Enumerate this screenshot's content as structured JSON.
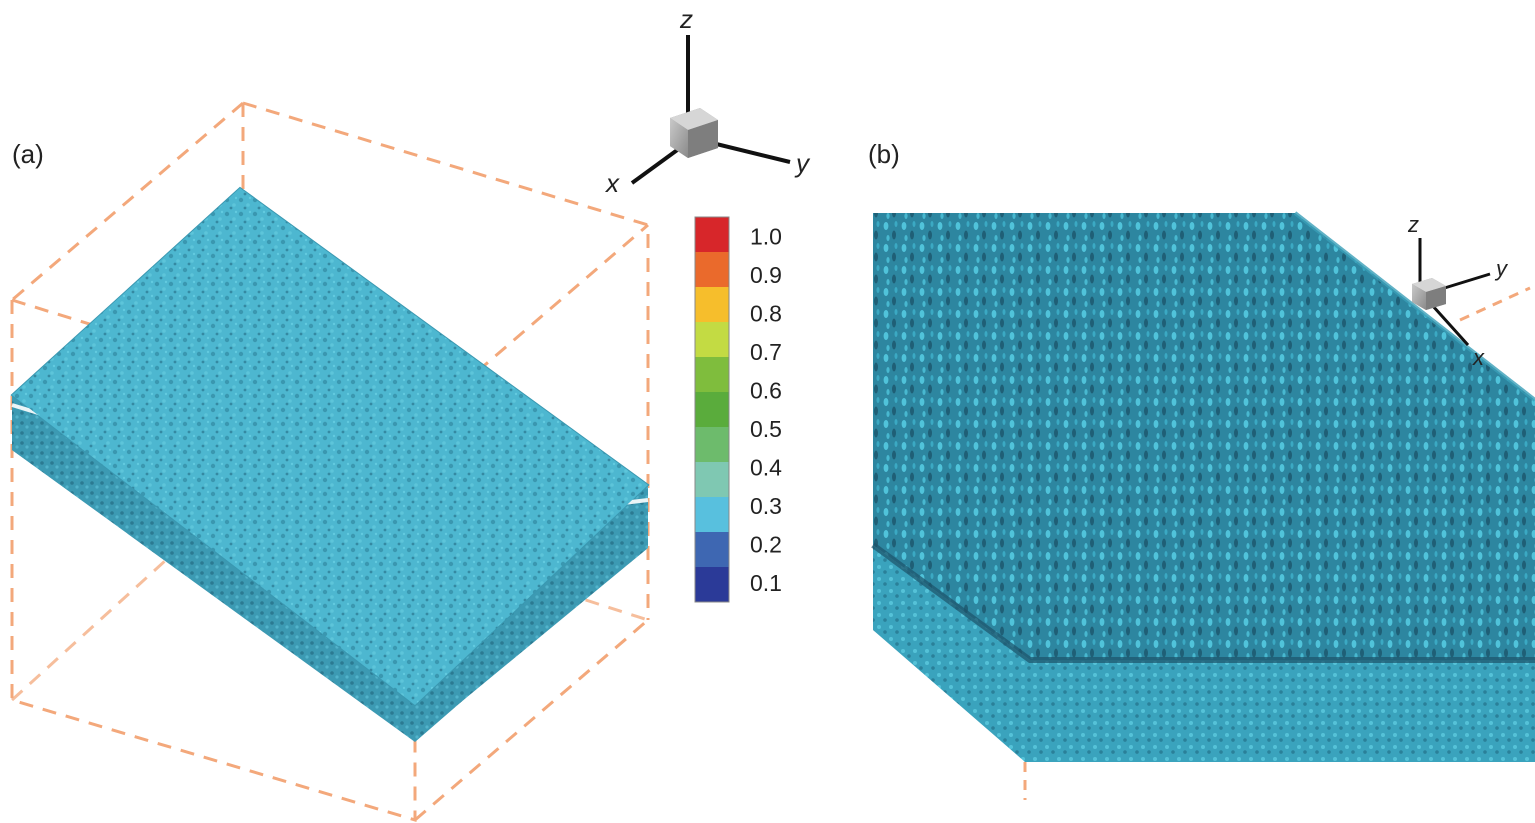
{
  "panel_a": {
    "label": "(a)",
    "axes": {
      "x": "x",
      "y": "y",
      "z": "z"
    }
  },
  "panel_b": {
    "label": "(b)",
    "axes": {
      "x": "x",
      "y": "y",
      "z": "z"
    }
  },
  "colorbar": {
    "ticks": [
      "1.0",
      "0.9",
      "0.8",
      "0.7",
      "0.6",
      "0.5",
      "0.4",
      "0.3",
      "0.2",
      "0.1"
    ],
    "colors": [
      "#d7262a",
      "#ea6a2c",
      "#f6be2c",
      "#c3db43",
      "#7fbd3d",
      "#5aac3c",
      "#6dbb6c",
      "#7fc8b2",
      "#58c0de",
      "#3e67b2",
      "#2b3a98"
    ]
  },
  "colors": {
    "surface": "#4bb6cf",
    "surface_dark": "#2f7f97",
    "closeup": "#2f8fa8",
    "bounding_box": "#f3a87b"
  }
}
